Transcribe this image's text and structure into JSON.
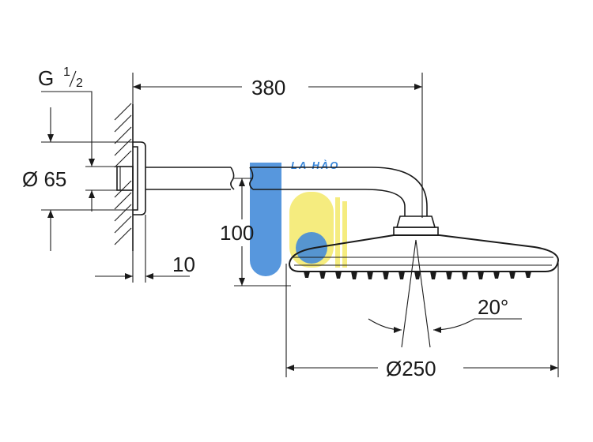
{
  "dimensions": {
    "thread_main": "G",
    "thread_num": "1",
    "thread_den": "2",
    "wall_flange_diameter": "Ø 65",
    "projection_length": "380",
    "height_drop": "100",
    "wall_gap": "10",
    "spray_angle": "20°",
    "head_diameter": "Ø250"
  },
  "watermark": {
    "text": "LA HÀO",
    "colors": {
      "blue": "#3b86d8",
      "yellow": "#f4e96a"
    }
  }
}
